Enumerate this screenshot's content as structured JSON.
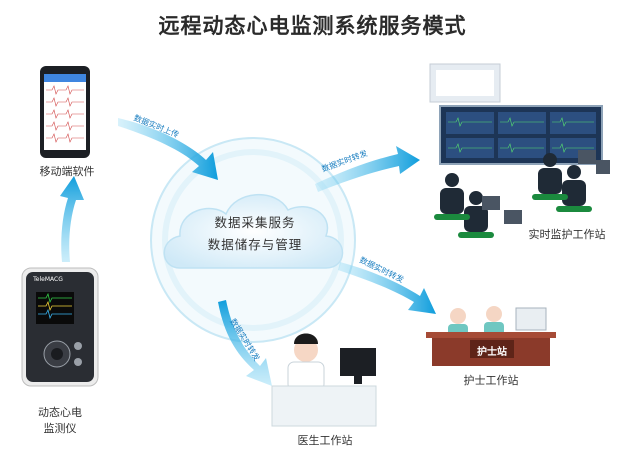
{
  "title": "远程动态心电监测系统服务模式",
  "nodes": {
    "mobile": "移动端软件",
    "device_line1": "动态心电",
    "device_line2": "监测仪",
    "monitor": "实时监护工作站",
    "nurse": "护士工作站",
    "doctor": "医生工作站",
    "nurse_sign": "护士站"
  },
  "cloud": {
    "line1": "数据采集服务",
    "line2": "数据储存与管理"
  },
  "arrows": {
    "upload": "数据实时上传",
    "to_monitor": "数据实时转发",
    "to_nurse": "数据实时转发",
    "to_doctor": "数据实时转发"
  },
  "device_brand": "TeleMACG",
  "colors": {
    "arrow": "#17a7df",
    "cloud": "#dff1fb",
    "ring": "#b9e1f4",
    "nurse_desk": "#8b3a2a"
  }
}
